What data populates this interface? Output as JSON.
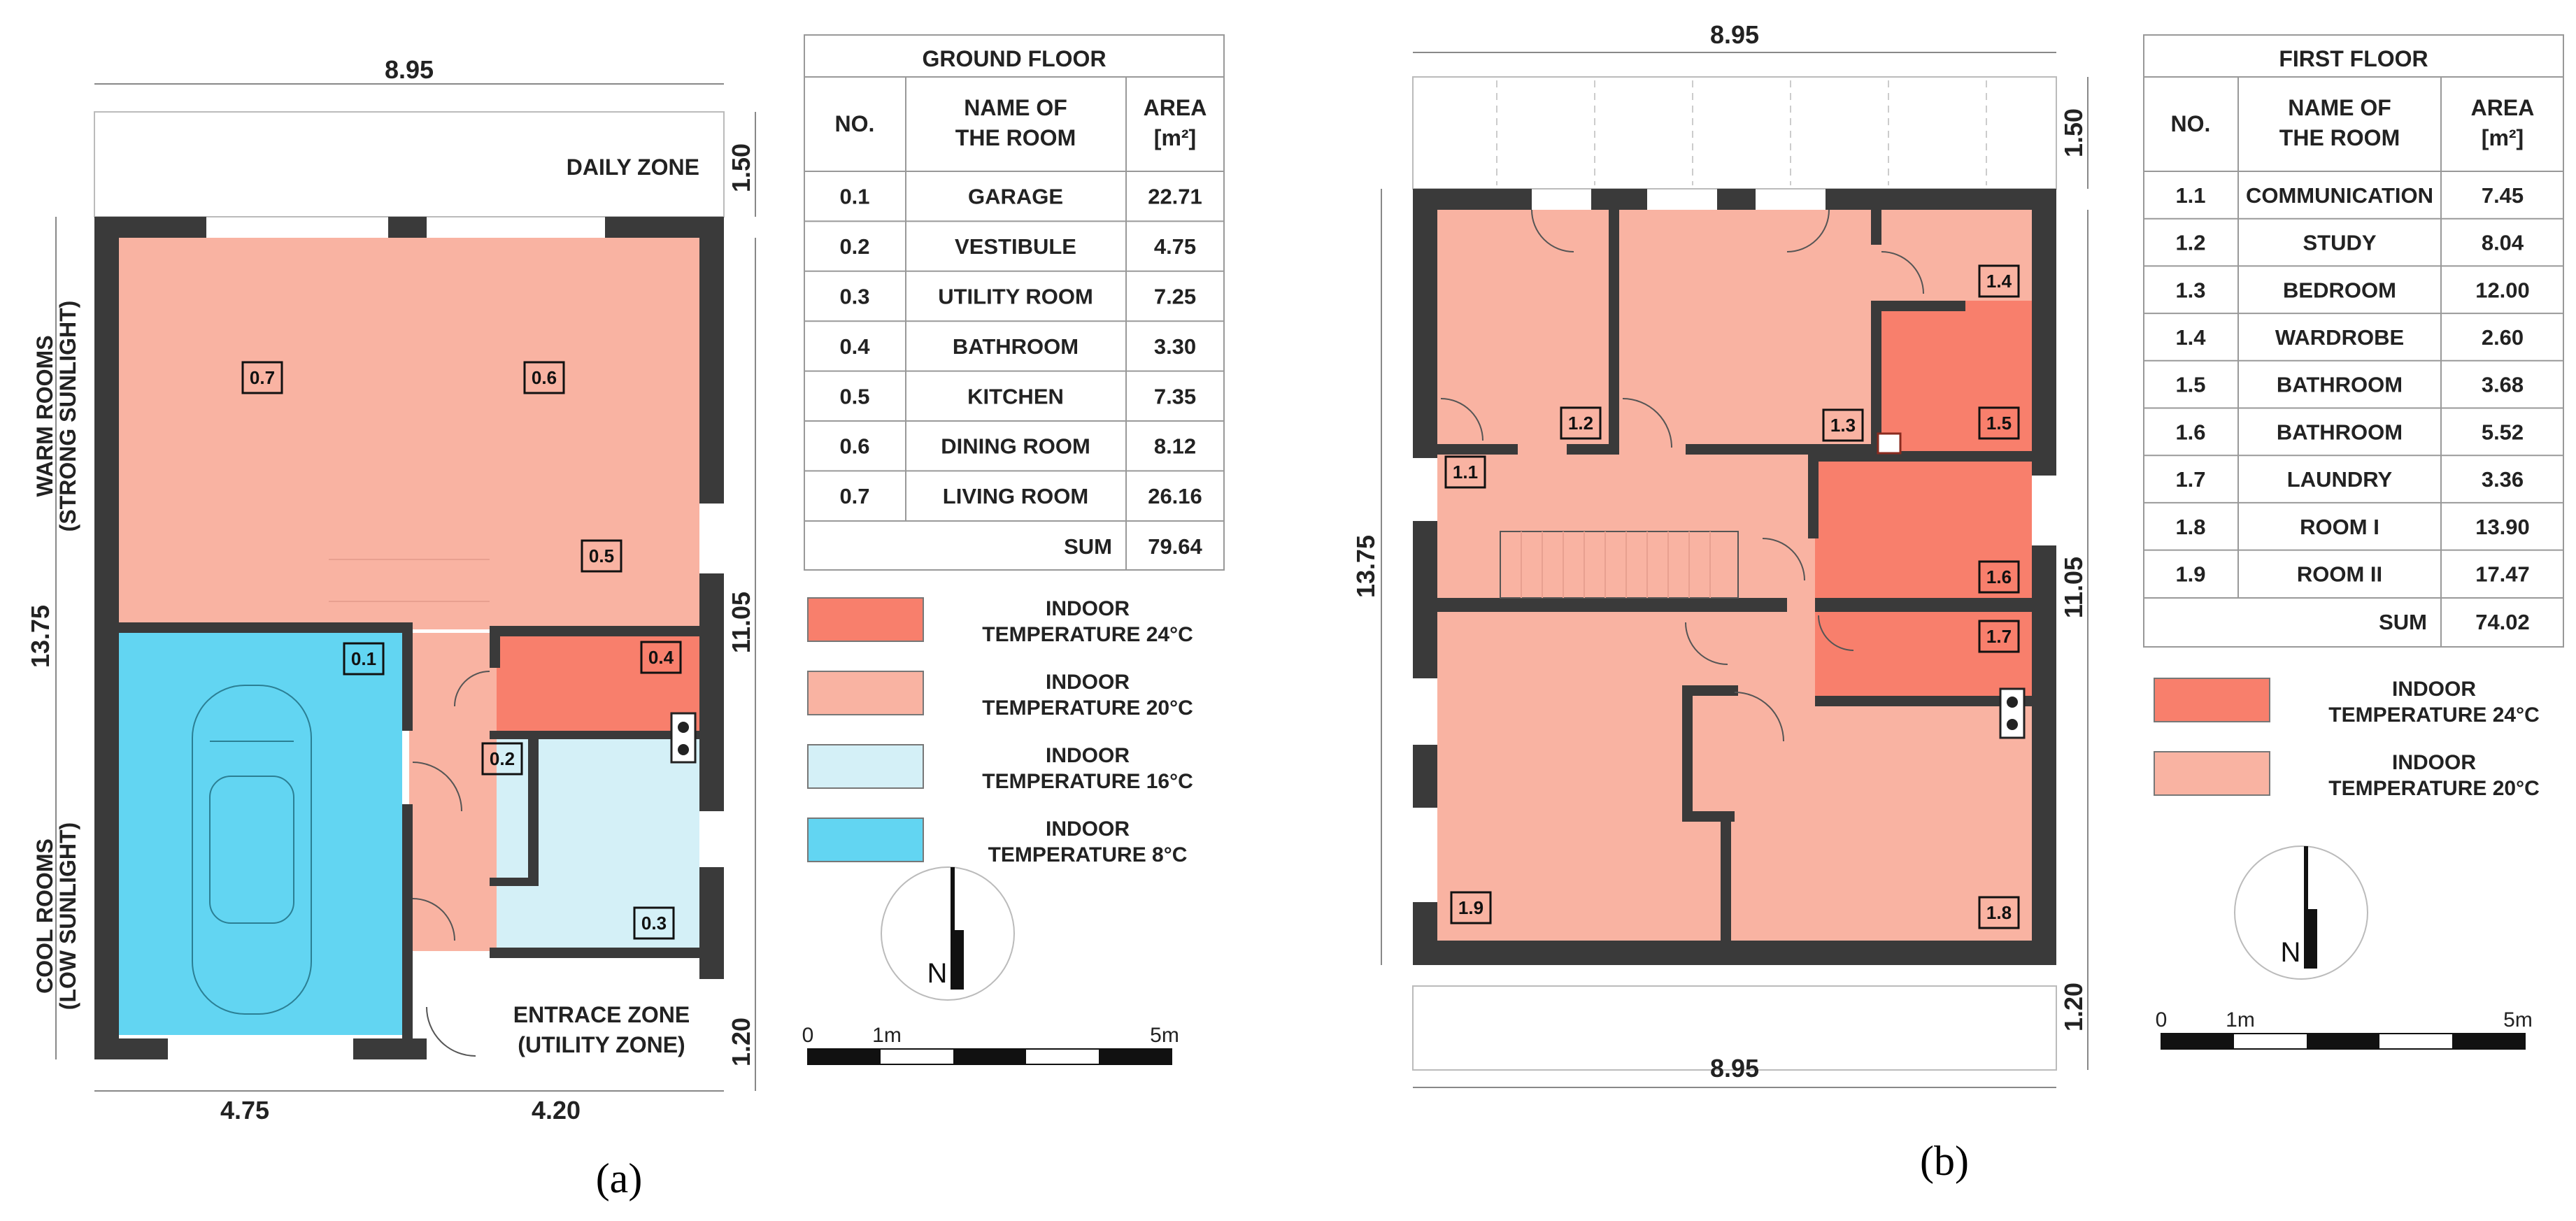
{
  "figure_a": {
    "caption": "(a)",
    "dims": {
      "top": "8.95",
      "right_top": "1.50",
      "left": "13.75",
      "right_mid": "11.05",
      "right_bottom": "1.20",
      "bottom_left": "4.75",
      "bottom_right": "4.20"
    },
    "zones": {
      "daily": "DAILY ZONE",
      "warm_line1": "WARM ROOMS",
      "warm_line2": "(STRONG SUNLIGHT)",
      "cool_line1": "COOL ROOMS",
      "cool_line2": "(LOW SUNLIGHT)",
      "entrance_line1": "ENTRACE ZONE",
      "entrance_line2": "(UTILITY ZONE)"
    },
    "table": {
      "title": "GROUND FLOOR",
      "col_no": "NO.",
      "col_name_1": "NAME OF",
      "col_name_2": "THE ROOM",
      "col_area_1": "AREA",
      "col_area_2": "[m²]",
      "rows": [
        {
          "no": "0.1",
          "name": "GARAGE",
          "area": "22.71"
        },
        {
          "no": "0.2",
          "name": "VESTIBULE",
          "area": "4.75"
        },
        {
          "no": "0.3",
          "name": "UTILITY ROOM",
          "area": "7.25"
        },
        {
          "no": "0.4",
          "name": "BATHROOM",
          "area": "3.30"
        },
        {
          "no": "0.5",
          "name": "KITCHEN",
          "area": "7.35"
        },
        {
          "no": "0.6",
          "name": "DINING ROOM",
          "area": "8.12"
        },
        {
          "no": "0.7",
          "name": "LIVING ROOM",
          "area": "26.16"
        }
      ],
      "sum_label": "SUM",
      "sum_value": "79.64"
    },
    "legend": [
      {
        "line1": "INDOOR",
        "line2": "TEMPERATURE 24°C",
        "color": "#f87f6c"
      },
      {
        "line1": "INDOOR",
        "line2": "TEMPERATURE 20°C",
        "color": "#f9b3a2"
      },
      {
        "line1": "INDOOR",
        "line2": "TEMPERATURE 16°C",
        "color": "#d4f0f7"
      },
      {
        "line1": "INDOOR",
        "line2": "TEMPERATURE 8°C",
        "color": "#62d5f2"
      }
    ],
    "scale": {
      "zero": "0",
      "mid": "1m",
      "end": "5m"
    },
    "north": "N",
    "room_tags": [
      "0.1",
      "0.2",
      "0.3",
      "0.4",
      "0.5",
      "0.6",
      "0.7"
    ]
  },
  "figure_b": {
    "caption": "(b)",
    "dims": {
      "top": "8.95",
      "right_top": "1.50",
      "left": "13.75",
      "right_mid": "11.05",
      "right_bottom": "1.20",
      "bottom": "8.95"
    },
    "table": {
      "title": "FIRST FLOOR",
      "col_no": "NO.",
      "col_name_1": "NAME OF",
      "col_name_2": "THE ROOM",
      "col_area_1": "AREA",
      "col_area_2": "[m²]",
      "rows": [
        {
          "no": "1.1",
          "name": "COMMUNICATION",
          "area": "7.45"
        },
        {
          "no": "1.2",
          "name": "STUDY",
          "area": "8.04"
        },
        {
          "no": "1.3",
          "name": "BEDROOM",
          "area": "12.00"
        },
        {
          "no": "1.4",
          "name": "WARDROBE",
          "area": "2.60"
        },
        {
          "no": "1.5",
          "name": "BATHROOM",
          "area": "3.68"
        },
        {
          "no": "1.6",
          "name": "BATHROOM",
          "area": "5.52"
        },
        {
          "no": "1.7",
          "name": "LAUNDRY",
          "area": "3.36"
        },
        {
          "no": "1.8",
          "name": "ROOM I",
          "area": "13.90"
        },
        {
          "no": "1.9",
          "name": "ROOM II",
          "area": "17.47"
        }
      ],
      "sum_label": "SUM",
      "sum_value": "74.02"
    },
    "legend": [
      {
        "line1": "INDOOR",
        "line2": "TEMPERATURE 24°C",
        "color": "#f87f6c"
      },
      {
        "line1": "INDOOR",
        "line2": "TEMPERATURE 20°C",
        "color": "#f9b3a2"
      }
    ],
    "scale": {
      "zero": "0",
      "mid": "1m",
      "end": "5m"
    },
    "north": "N",
    "room_tags": [
      "1.1",
      "1.2",
      "1.3",
      "1.4",
      "1.5",
      "1.6",
      "1.7",
      "1.8",
      "1.9"
    ]
  },
  "colors": {
    "warm24": "#f87f6c",
    "warm20": "#f9b3a2",
    "cool16": "#d4f0f7",
    "cool8": "#62d5f2",
    "wall": "#3a3a3a"
  }
}
